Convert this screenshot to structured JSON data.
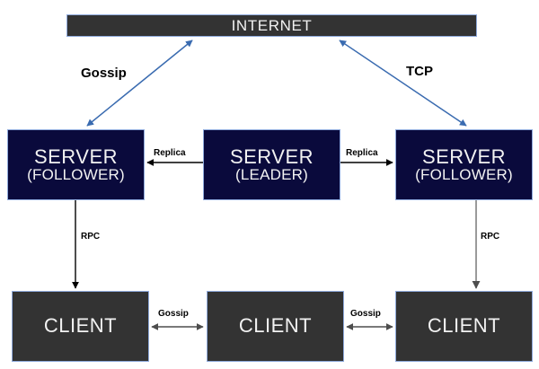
{
  "diagram": {
    "title_node": {
      "label": "INTERNET"
    },
    "servers": [
      {
        "name": "server-follower-left",
        "line1": "SERVER",
        "line2": "(FOLLOWER)"
      },
      {
        "name": "server-leader",
        "line1": "SERVER",
        "line2": "(LEADER)"
      },
      {
        "name": "server-follower-right",
        "line1": "SERVER",
        "line2": "(FOLLOWER)"
      }
    ],
    "clients": [
      {
        "name": "client-left",
        "label": "CLIENT"
      },
      {
        "name": "client-middle",
        "label": "CLIENT"
      },
      {
        "name": "client-right",
        "label": "CLIENT"
      }
    ],
    "edge_labels": {
      "gossip_internet": "Gossip",
      "tcp_internet": "TCP",
      "replica_left": "Replica",
      "replica_right": "Replica",
      "rpc_left": "RPC",
      "rpc_right": "RPC",
      "gossip_client_left": "Gossip",
      "gossip_client_right": "Gossip"
    },
    "colors": {
      "server_fill": "#0a0a3c",
      "client_fill": "#333333",
      "internet_fill": "#333333",
      "box_border": "#8faadc",
      "blue_arrow": "#3a6bb0",
      "black_arrow": "#000000",
      "gray_arrow": "#808080",
      "background": "#ffffff"
    }
  }
}
